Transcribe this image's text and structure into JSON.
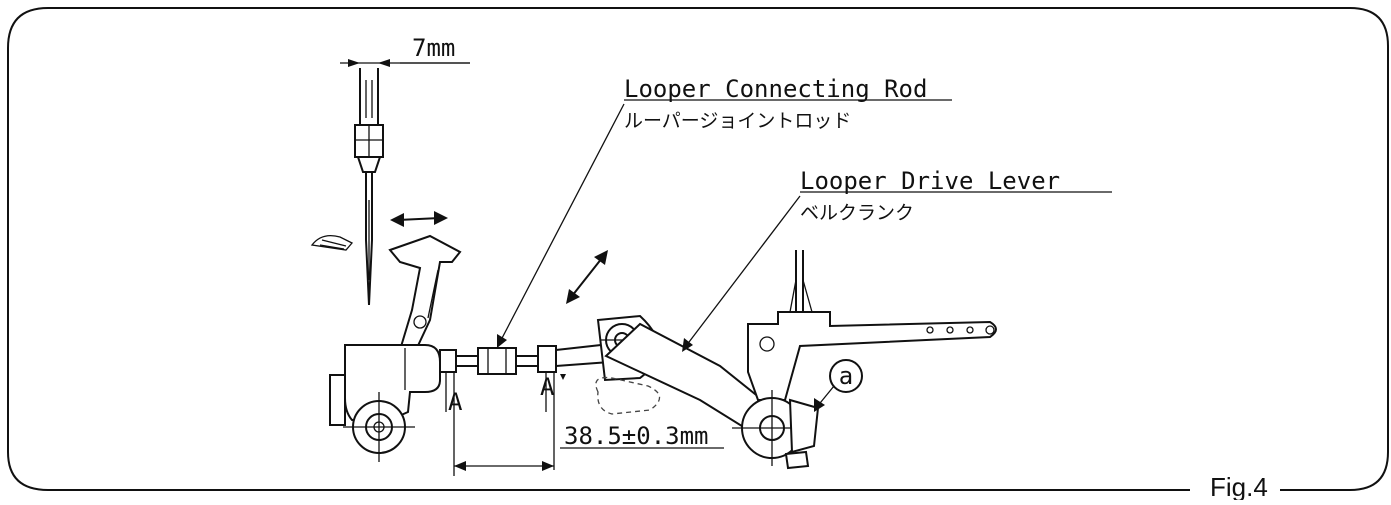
{
  "labels": {
    "needle_gap": "7mm",
    "connecting_rod_en": "Looper Connecting Rod",
    "connecting_rod_jp": "ルーパージョイントロッド",
    "drive_lever_en": "Looper Drive Lever",
    "drive_lever_jp": "ベルクランク",
    "point_a_left": "A",
    "point_a_right": "A",
    "dimension": "38.5±0.3mm",
    "callout_a": "a",
    "figure": "Fig.4"
  }
}
